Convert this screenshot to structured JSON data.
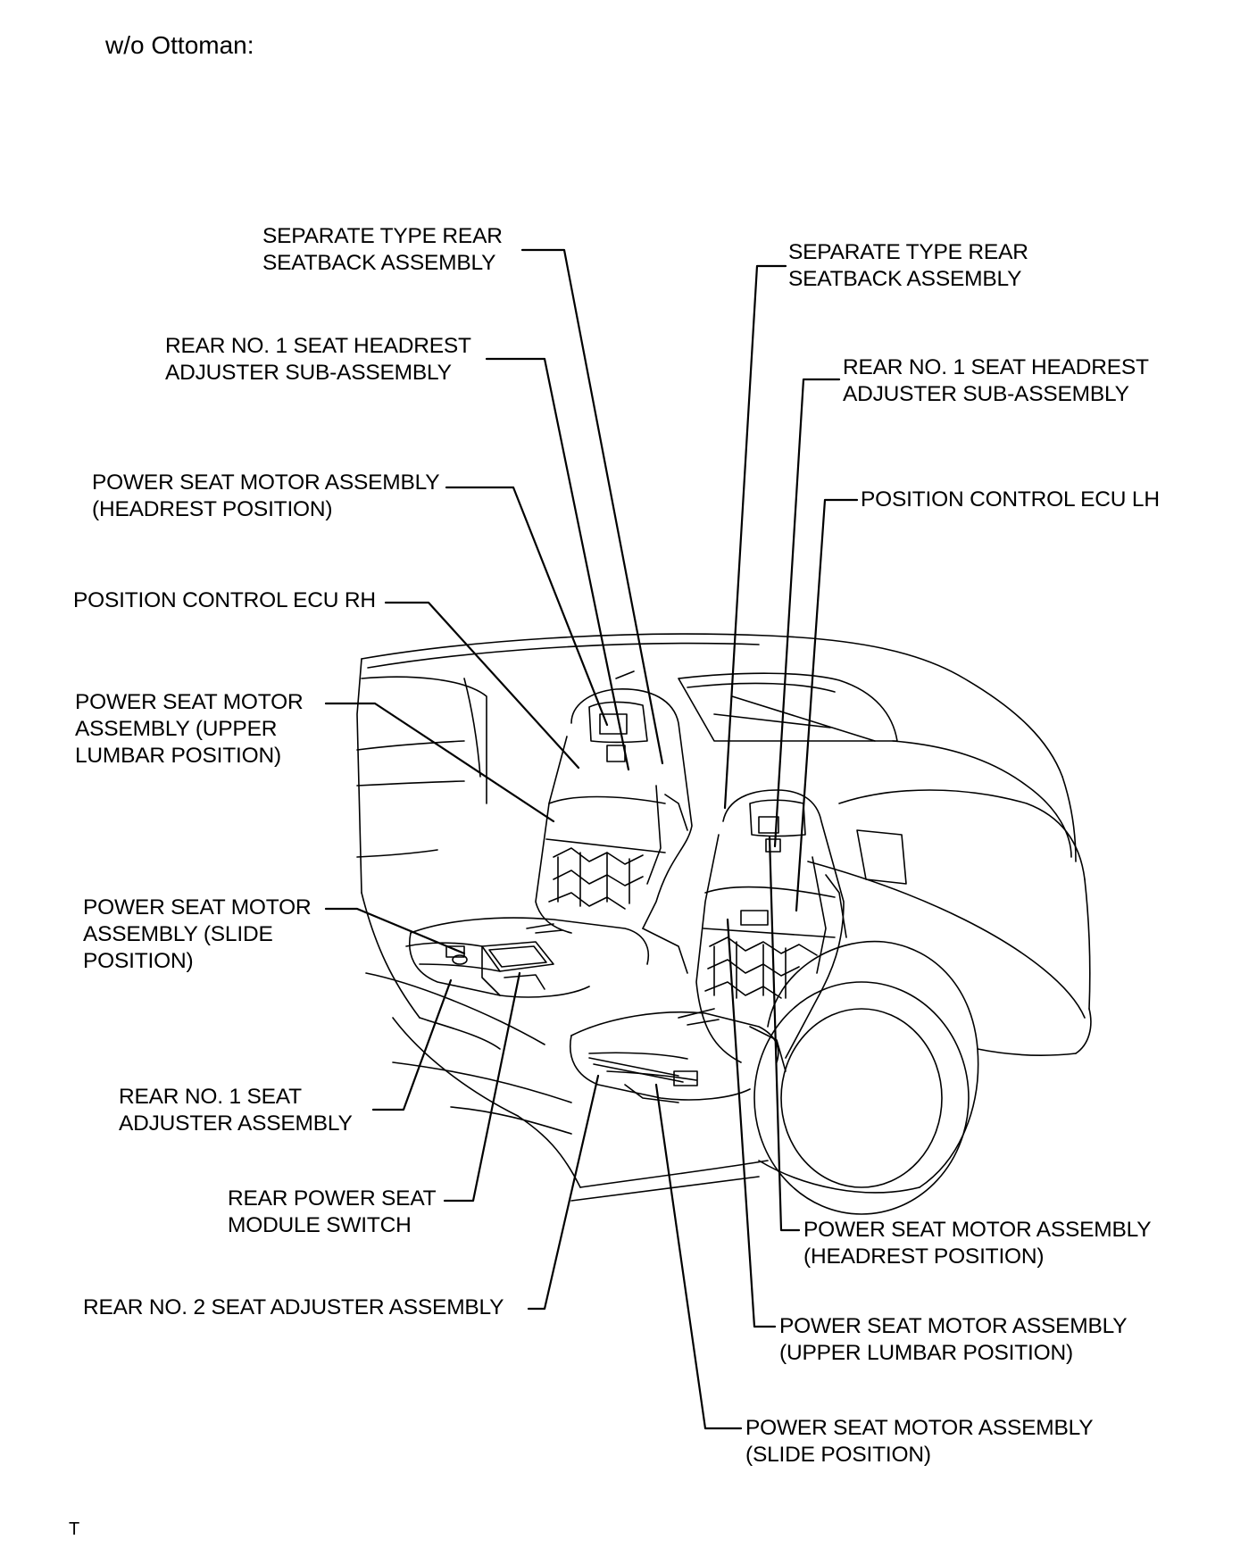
{
  "heading": "w/o Ottoman:",
  "footer_mark": "T",
  "labels": {
    "rh_seatback": [
      "SEPARATE TYPE REAR",
      "SEATBACK ASSEMBLY"
    ],
    "rh_headrest_adjuster": [
      "REAR NO. 1 SEAT HEADREST",
      "ADJUSTER SUB-ASSEMBLY"
    ],
    "rh_motor_headrest": [
      "POWER SEAT MOTOR ASSEMBLY",
      "(HEADREST POSITION)"
    ],
    "rh_ecu": [
      "POSITION CONTROL ECU RH"
    ],
    "rh_motor_upper_lumbar": [
      "POWER SEAT MOTOR",
      "ASSEMBLY (UPPER",
      "LUMBAR POSITION)"
    ],
    "rh_motor_slide": [
      "POWER SEAT MOTOR",
      "ASSEMBLY (SLIDE",
      "POSITION)"
    ],
    "rear_no1_adjuster": [
      "REAR NO. 1 SEAT",
      "ADJUSTER ASSEMBLY"
    ],
    "module_switch": [
      "REAR POWER SEAT",
      "MODULE SWITCH"
    ],
    "rear_no2_adjuster": [
      "REAR NO. 2 SEAT ADJUSTER ASSEMBLY"
    ],
    "lh_seatback": [
      "SEPARATE TYPE REAR",
      "SEATBACK ASSEMBLY"
    ],
    "lh_headrest_adjuster": [
      "REAR NO. 1 SEAT HEADREST",
      "ADJUSTER SUB-ASSEMBLY"
    ],
    "lh_ecu": [
      "POSITION CONTROL ECU LH"
    ],
    "lh_motor_headrest": [
      "POWER SEAT MOTOR ASSEMBLY",
      "(HEADREST POSITION)"
    ],
    "lh_motor_upper_lumbar": [
      "POWER SEAT MOTOR ASSEMBLY",
      "(UPPER LUMBAR POSITION)"
    ],
    "lh_motor_slide": [
      "POWER SEAT MOTOR ASSEMBLY",
      "(SLIDE POSITION)"
    ]
  }
}
